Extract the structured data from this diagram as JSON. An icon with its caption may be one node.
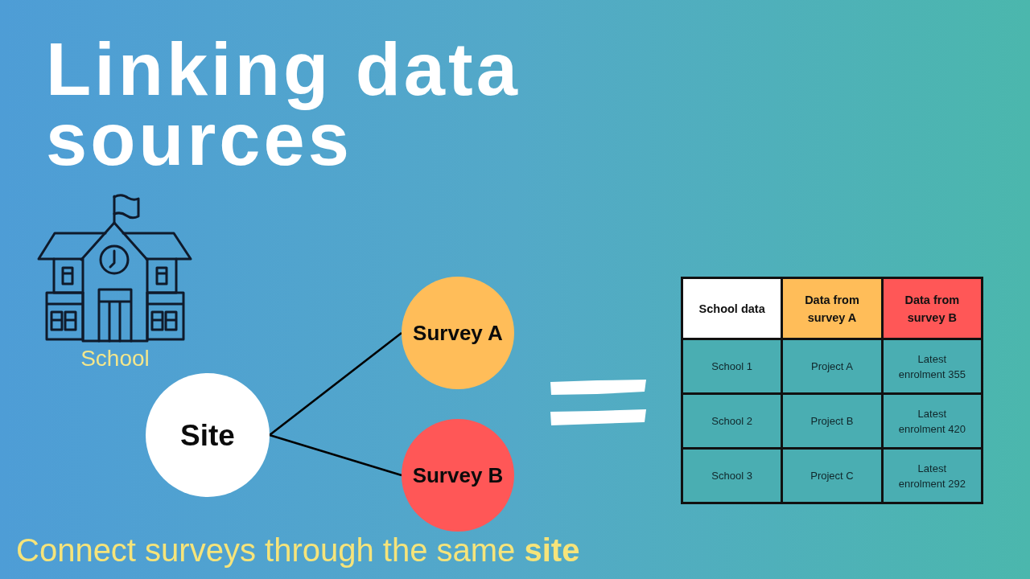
{
  "diagram": {
    "title": "Linking data sources",
    "caption": "Connect surveys through the same **site**",
    "nodes": [
      {
        "text": [
          "Site"
        ]
      },
      {
        "text": [
          "Survey A"
        ]
      },
      {
        "text": [
          "Survey B"
        ]
      }
    ],
    "edges": [
      {
        "from": 0,
        "to": 1,
        "arrow": "none"
      },
      {
        "from": 0,
        "to": 2,
        "arrow": "none"
      }
    ],
    "labels": [
      "School",
      "School data",
      "Data from survey A",
      "Data from survey B",
      "School 1",
      "Project A",
      "Latest enrolment 355",
      "School 2",
      "Project B",
      "Latest enrolment 420",
      "School 3",
      "Project C",
      "Latest enrolment 292"
    ]
  }
}
